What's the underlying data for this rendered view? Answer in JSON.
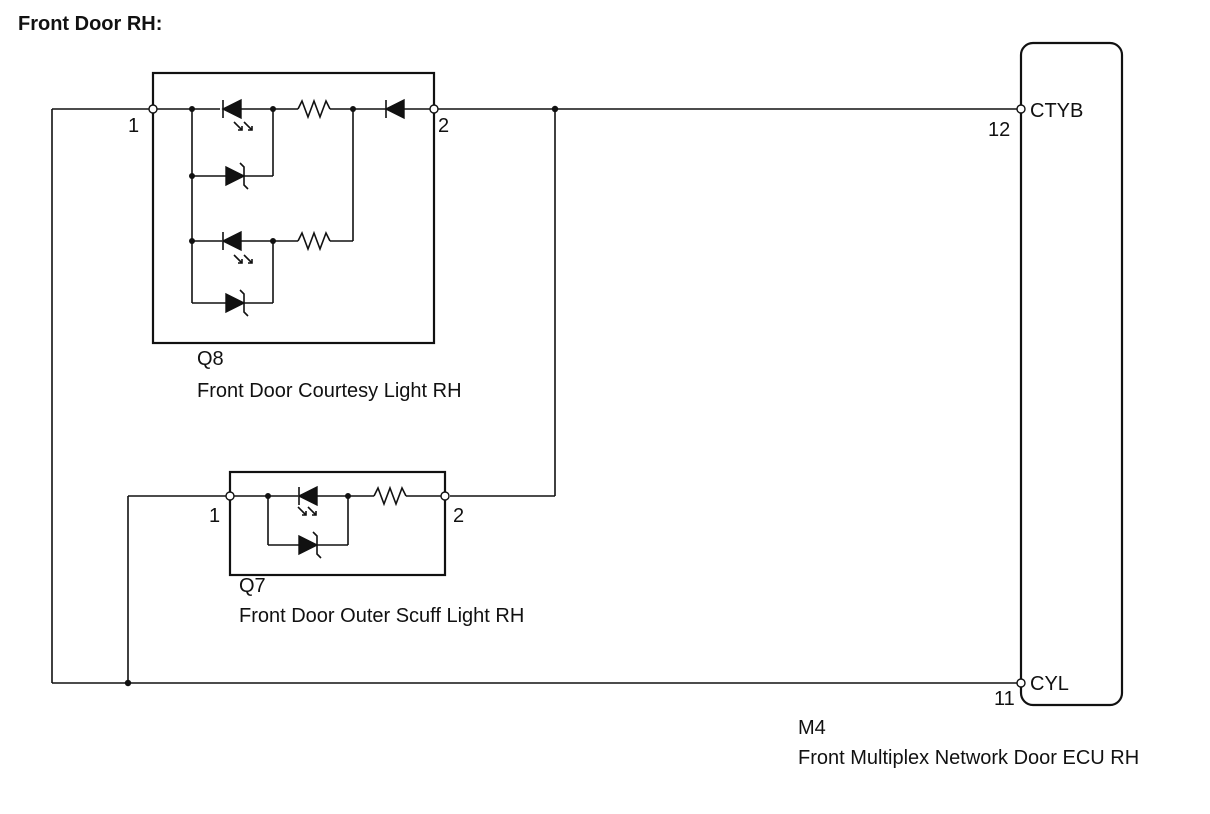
{
  "title": "Front Door RH:",
  "components": {
    "q8": {
      "code": "Q8",
      "name": "Front Door Courtesy Light RH",
      "pin_left": "1",
      "pin_right": "2"
    },
    "q7": {
      "code": "Q7",
      "name": "Front Door Outer Scuff Light RH",
      "pin_left": "1",
      "pin_right": "2"
    },
    "m4": {
      "code": "M4",
      "name": "Front Multiplex Network Door ECU RH",
      "pins": [
        {
          "number": "12",
          "signal": "CTYB"
        },
        {
          "number": "11",
          "signal": "CYL"
        }
      ]
    }
  }
}
